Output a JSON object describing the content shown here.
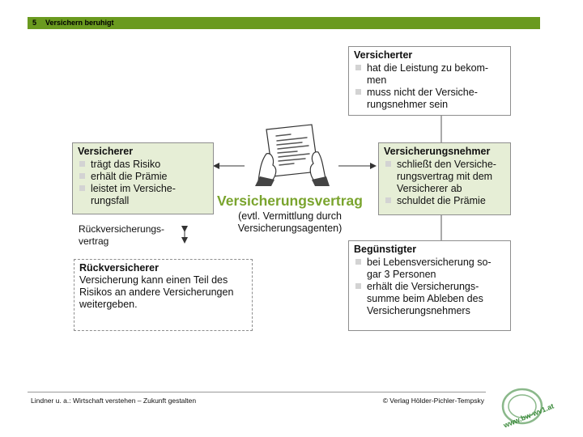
{
  "header": {
    "number": "5",
    "title": "Versichern beruhigt"
  },
  "versicherter": {
    "title": "Versicherter",
    "items": [
      "hat die Leistung zu bekom-​men",
      "muss nicht der Versiche-​rungsnehmer sein"
    ]
  },
  "versicherer": {
    "title": "Versicherer",
    "items": [
      "trägt das Risiko",
      "erhält die Prämie",
      "leistet im Versiche-​rungsfall"
    ]
  },
  "versicherungsnehmer": {
    "title": "Versicherungsnehmer",
    "items": [
      "schließt den Versiche-​rungsvertrag mit dem Versicherer ab",
      "schuldet die Prämie"
    ]
  },
  "beguenstigter": {
    "title": "Begünstigter",
    "items": [
      "bei Lebensversicherung so-​gar 3 Personen",
      "erhält die Versicherungs-​summe beim Ableben des Versicherungsnehmers"
    ]
  },
  "center": {
    "title": "Versicherungsvertrag",
    "subtitle": "(evtl. Vermittlung durch Versicherungsagenten)"
  },
  "rueckversicherung": {
    "label": "Rückversicherungs-​vertrag",
    "title": "Rückversicherer",
    "text": "Versicherung kann einen Teil des Risikos an andere Versicherungen weitergeben."
  },
  "footer": {
    "left": "Lindner u. a.: Wirtschaft verstehen – Zukunft gestalten",
    "right": "© Verlag Hölder-Pichler-Tempsky"
  },
  "stamp": {
    "text": "www.bw-wv1.at"
  },
  "colors": {
    "header_bar": "#6a9a1f",
    "contract_title": "#7aa42e",
    "box_fill": "#e6eed6",
    "box_border": "#8e8e8e"
  },
  "icons": [
    "contract-document-icon"
  ]
}
